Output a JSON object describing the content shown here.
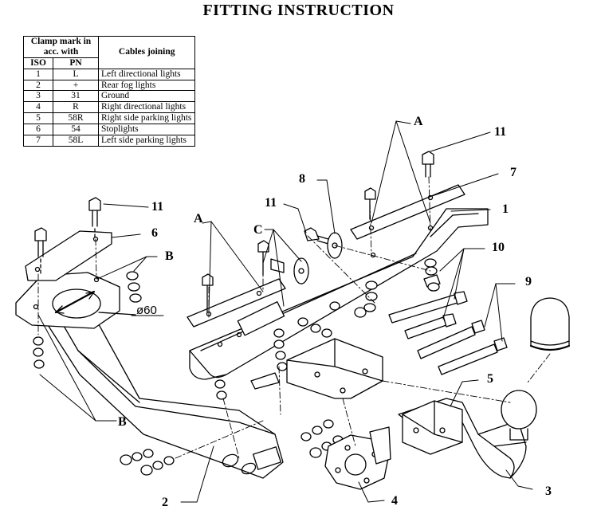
{
  "title": "FITTING INSTRUCTION",
  "table": {
    "header": {
      "clamp_mark": "Clamp mark in acc. with",
      "cables": "Cables joining",
      "iso": "ISO",
      "pn": "PN"
    },
    "rows": [
      {
        "iso": "1",
        "pn": "L",
        "desc": "Left directional lights"
      },
      {
        "iso": "2",
        "pn": "+",
        "desc": "Rear fog lights"
      },
      {
        "iso": "3",
        "pn": "31",
        "desc": "Ground"
      },
      {
        "iso": "4",
        "pn": "R",
        "desc": "Right directional lights"
      },
      {
        "iso": "5",
        "pn": "58R",
        "desc": "Right side parking lights"
      },
      {
        "iso": "6",
        "pn": "54",
        "desc": "Stoplights"
      },
      {
        "iso": "7",
        "pn": "58L",
        "desc": "Left side parking lights"
      }
    ]
  },
  "callouts": {
    "a_top": "A",
    "a_left": "A",
    "b_upper": "B",
    "b_lower": "B",
    "c": "C",
    "n1": "1",
    "n2": "2",
    "n3": "3",
    "n4": "4",
    "n5": "5",
    "n6": "6",
    "n7": "7",
    "n8": "8",
    "n9": "9",
    "n10": "10",
    "n11_left": "11",
    "n11_mid": "11",
    "n11_right": "11"
  },
  "dimension": "ø60"
}
